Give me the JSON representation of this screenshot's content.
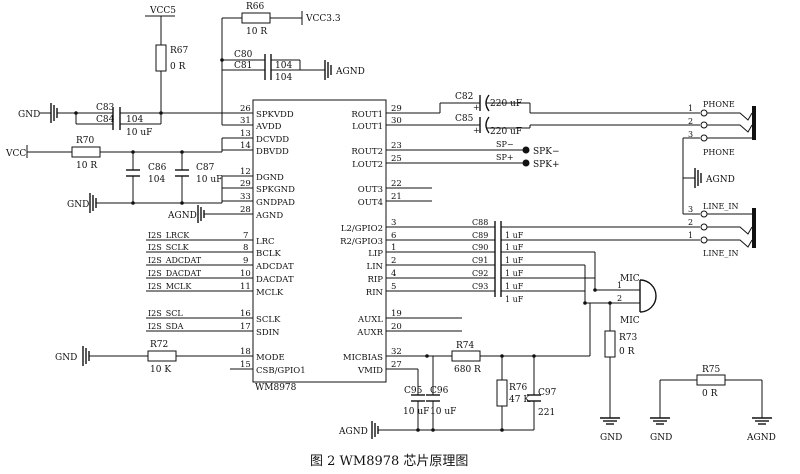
{
  "caption": "图 2   WM8978 芯片原理图",
  "chip": {
    "name": "WM8978",
    "left_pins": [
      {
        "num": "26",
        "name": "SPKVDD"
      },
      {
        "num": "31",
        "name": "AVDD"
      },
      {
        "num": "13",
        "name": "DCVDD"
      },
      {
        "num": "14",
        "name": "DBVDD"
      },
      {
        "num": "12",
        "name": "DGND"
      },
      {
        "num": "29",
        "name": "SPKGND"
      },
      {
        "num": "33",
        "name": "GNDPAD"
      },
      {
        "num": "28",
        "name": "AGND"
      },
      {
        "num": "7",
        "name": "LRC"
      },
      {
        "num": "8",
        "name": "BCLK"
      },
      {
        "num": "9",
        "name": "ADCDAT"
      },
      {
        "num": "10",
        "name": "DACDAT"
      },
      {
        "num": "11",
        "name": "MCLK"
      },
      {
        "num": "16",
        "name": "SCLK"
      },
      {
        "num": "17",
        "name": "SDIN"
      },
      {
        "num": "18",
        "name": "MODE"
      },
      {
        "num": "15",
        "name": "CSB/GPIO1"
      }
    ],
    "right_pins": [
      {
        "num": "29",
        "name": "ROUT1"
      },
      {
        "num": "30",
        "name": "LOUT1"
      },
      {
        "num": "23",
        "name": "ROUT2"
      },
      {
        "num": "25",
        "name": "LOUT2"
      },
      {
        "num": "22",
        "name": "OUT3"
      },
      {
        "num": "21",
        "name": "OUT4"
      },
      {
        "num": "3",
        "name": "L2/GPIO2"
      },
      {
        "num": "6",
        "name": "R2/GPIO3"
      },
      {
        "num": "1",
        "name": "LIP"
      },
      {
        "num": "2",
        "name": "LIN"
      },
      {
        "num": "4",
        "name": "RIP"
      },
      {
        "num": "5",
        "name": "RIN"
      },
      {
        "num": "19",
        "name": "AUXL"
      },
      {
        "num": "20",
        "name": "AUXR"
      },
      {
        "num": "32",
        "name": "MICBIAS"
      },
      {
        "num": "27",
        "name": "VMID"
      }
    ]
  },
  "nets": {
    "vcc5": "VCC5",
    "vcc33": "VCC3.3",
    "vcc": "VCC",
    "agnd": "AGND",
    "gnd": "GND",
    "spk_minus": "SPK−",
    "spk_plus": "SPK+",
    "sp_minus": "SP−",
    "sp_plus": "SP+"
  },
  "signals": [
    "I2S_LRCK",
    "I2S_SCLK",
    "I2S_ADCDAT",
    "I2S_DACDAT",
    "I2S_MCLK",
    "I2S_SCL",
    "I2S_SDA"
  ],
  "components": {
    "R66": {
      "ref": "R66",
      "value": "10 R"
    },
    "R67": {
      "ref": "R67",
      "value": "0 R"
    },
    "R70": {
      "ref": "R70",
      "value": "10 R"
    },
    "R72": {
      "ref": "R72",
      "value": "10 K"
    },
    "R73": {
      "ref": "R73",
      "value": "0 R"
    },
    "R74": {
      "ref": "R74",
      "value": "680 R"
    },
    "R75": {
      "ref": "R75",
      "value": "0 R"
    },
    "R76": {
      "ref": "R76",
      "value": "47 K"
    },
    "C80": {
      "ref": "C80",
      "value": "104"
    },
    "C81": {
      "ref": "C81",
      "value": "104"
    },
    "C83": {
      "ref": "C83",
      "value": "104"
    },
    "C84": {
      "ref": "C84",
      "value": "10 uF"
    },
    "C86": {
      "ref": "C86",
      "value": "104"
    },
    "C87": {
      "ref": "C87",
      "value": "10 uF"
    },
    "C82": {
      "ref": "C82",
      "value": "220 uF"
    },
    "C85": {
      "ref": "C85",
      "value": "220 uF"
    },
    "C88": {
      "ref": "C88",
      "value": "1 uF"
    },
    "C89": {
      "ref": "C89",
      "value": "1 uF"
    },
    "C90": {
      "ref": "C90",
      "value": "1 uF"
    },
    "C91": {
      "ref": "C91",
      "value": "1 uF"
    },
    "C92": {
      "ref": "C92",
      "value": "1 uF"
    },
    "C93": {
      "ref": "C93",
      "value": "1 uF"
    },
    "C95": {
      "ref": "C95",
      "value": "10 uF"
    },
    "C96": {
      "ref": "C96",
      "value": "10 uF"
    },
    "C97": {
      "ref": "C97",
      "value": "221"
    }
  },
  "connectors": {
    "phone": "PHONE",
    "line_in": "LINE_IN",
    "mic": "MIC",
    "pin1": "1",
    "pin2": "2",
    "pin3": "3",
    "plus": "+"
  }
}
